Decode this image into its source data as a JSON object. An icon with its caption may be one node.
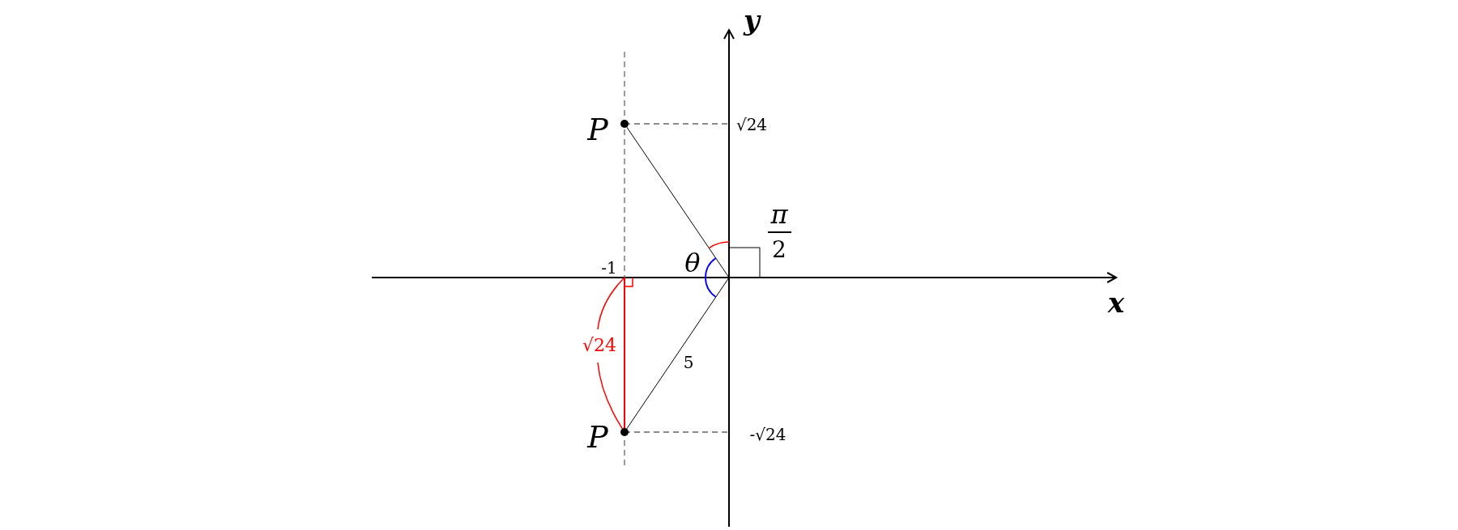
{
  "diagram": {
    "labels": [
      "y",
      "P",
      "√24",
      "π",
      "2",
      "-1",
      "θ",
      "x",
      "√24",
      "5",
      "P",
      "-√24"
    ]
  }
}
